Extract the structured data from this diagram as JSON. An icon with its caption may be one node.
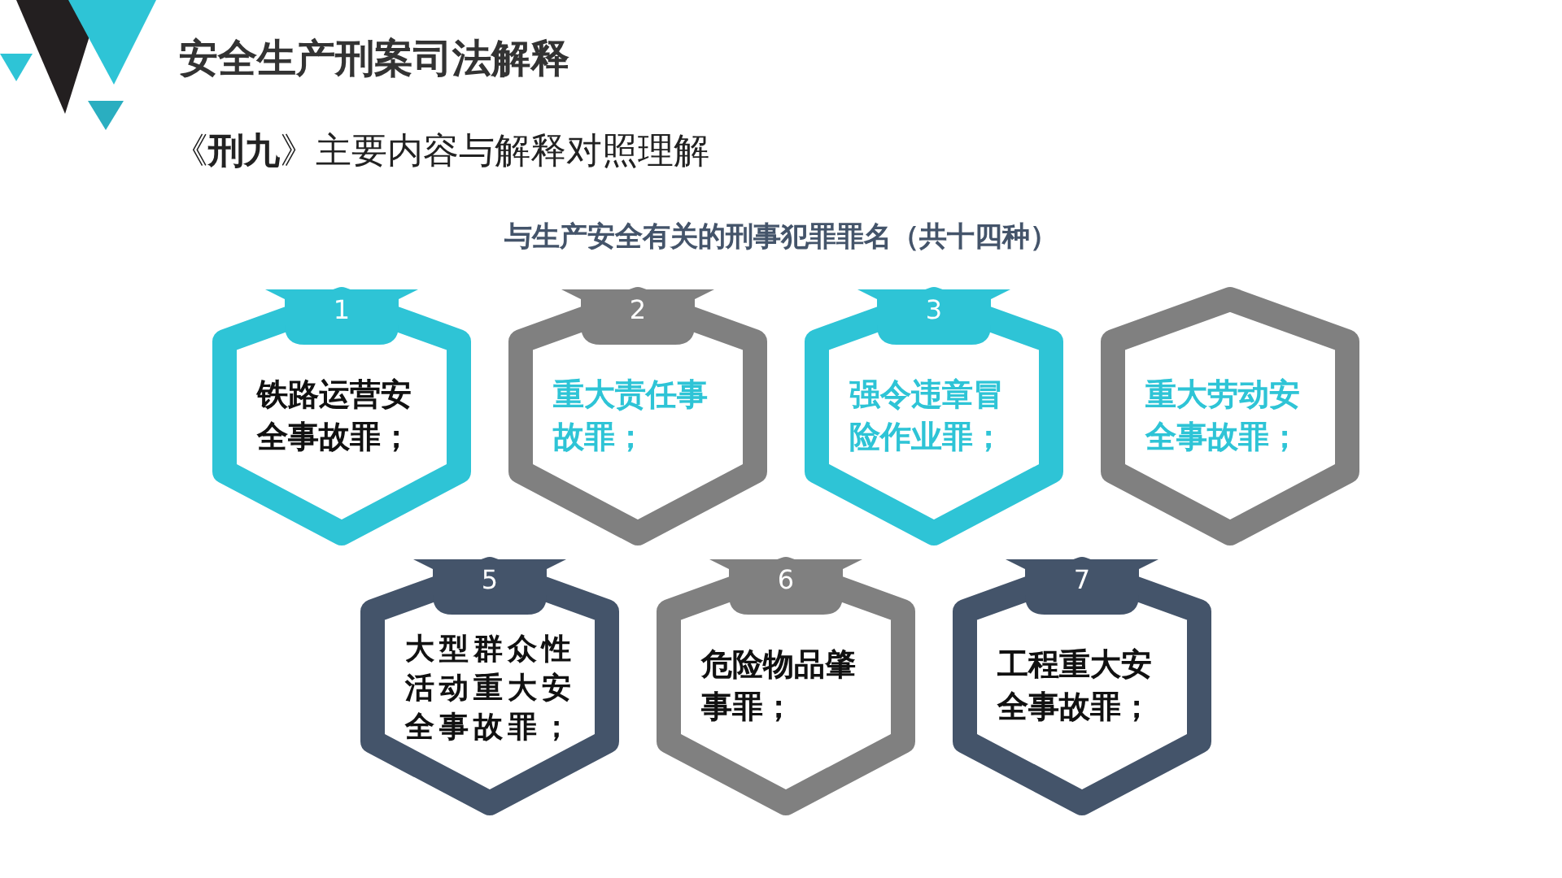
{
  "diagram": {
    "title": "安全生产刑案司法解释",
    "nodes": [
      {
        "text": [
          "1",
          "铁路运营安全事故罪；"
        ]
      },
      {
        "text": [
          "2",
          "重大责任事故罪；"
        ]
      },
      {
        "text": [
          "3",
          "强令违章冒险作业罪；"
        ]
      },
      {
        "text": [
          "重大劳动安全事故罪；"
        ]
      },
      {
        "text": [
          "5",
          "大型群众性活动重大安全事故罪；"
        ]
      },
      {
        "text": [
          "6",
          "危险物品肇事罪；"
        ]
      },
      {
        "text": [
          "7",
          "工程重大安全事故罪；"
        ]
      }
    ],
    "labels": [
      "《**刑九**》主要内容与解释对照理解",
      "与生产安全有关的刑事犯罪罪名（共十四种）"
    ]
  }
}
